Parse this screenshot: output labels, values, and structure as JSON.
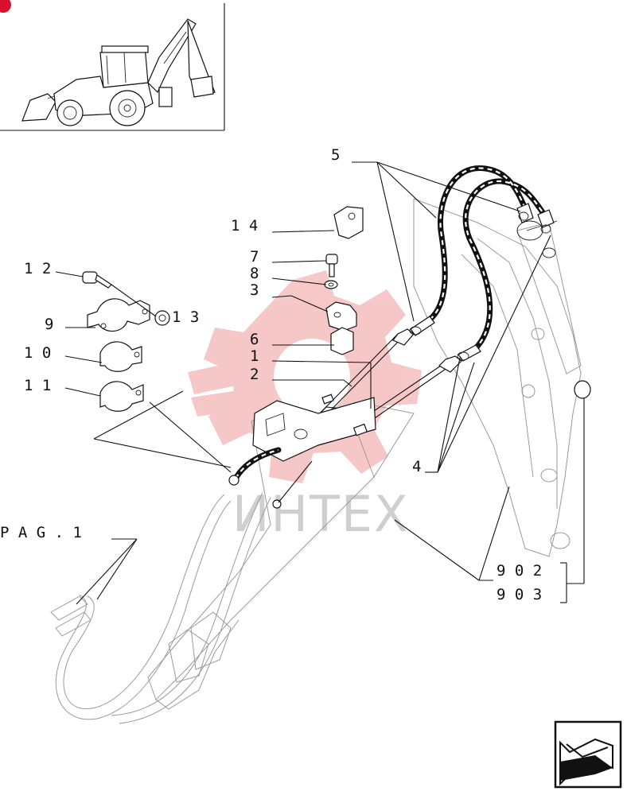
{
  "labels": {
    "l5": "5",
    "l14": "1 4",
    "l7": "7",
    "l8": "8",
    "l3": "3",
    "l12": "1 2",
    "l13": "1 3",
    "l9": "9",
    "l10": "1 0",
    "l11": "1 1",
    "l6": "6",
    "l1": "1",
    "l2": "2",
    "l4": "4",
    "pag": "P A G .   1",
    "l902": "9 0 2",
    "l903": "9 0 3"
  },
  "watermark": "ИНТЕХ",
  "colors": {
    "line": "#111111",
    "watermark_red": "#e23a3a",
    "corner_badge": "#d8102c"
  },
  "icons": {
    "thumbnail": "backhoe-loader-thumbnail",
    "navigation": "next-page-arrow-icon"
  }
}
